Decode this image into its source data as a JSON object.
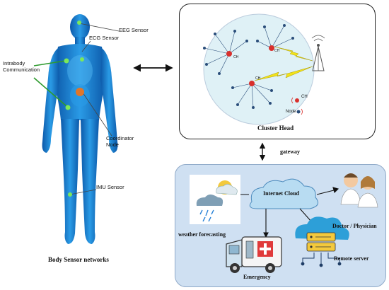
{
  "left_panel": {
    "labels": {
      "eeg": "EEG Sensor",
      "ecg": "ECG Sensor",
      "intrabody": "Intrabody\nCommunication",
      "coordinator": "Coordinator\nNode",
      "imu": "IMU Sensor"
    },
    "caption": "Body Sensor networks"
  },
  "cluster_panel": {
    "caption": "Cluster Head",
    "ch_labels": [
      "CH",
      "CH",
      "CH"
    ],
    "legend": {
      "ch": "CH",
      "node": "Node"
    }
  },
  "gateway_label": "gateway",
  "cloud_panel": {
    "internet": "Internet Cloud",
    "doctor": "Doctor / Physician",
    "weather": "weather forecasting",
    "emergency": "Emergency",
    "remote": "Remote server"
  },
  "colors": {
    "body": "#1f88d8",
    "body_dark": "#0a4f99",
    "cluster_circle": "#dff1f6",
    "ch_node": "#d9302c",
    "lightning": "#f2e21a",
    "cloud_panel": "#cfe0f2",
    "coordinator": "#e0762a",
    "sensor_green": "#62d64a"
  }
}
